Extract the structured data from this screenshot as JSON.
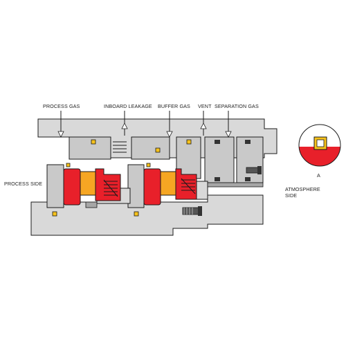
{
  "labels": {
    "process_gas": "PROCESS GAS",
    "inboard_leakage": "INBOARD LEAKAGE",
    "buffer_gas": "BUFFER GAS",
    "vent": "VENT",
    "separation_gas": "SEPARATION GAS",
    "process_side": "PROCESS SIDE",
    "atmosphere_line1": "ATMOSPHERE",
    "atmosphere_line2": "SIDE",
    "detail": "A"
  },
  "colors": {
    "housing": "#d9d9d9",
    "housing_dark": "#a6a6a6",
    "component": "#c9c9c9",
    "outline": "#1a1a1a",
    "seal_face_red": "#e8202a",
    "seal_ring_orange": "#f6a623",
    "oring_yellow": "#f6c21c",
    "background": "#ffffff"
  },
  "icons": [
    "arrow-down-icon",
    "arrow-up-icon",
    "spring-icon",
    "o-ring-icon",
    "bolt-icon"
  ]
}
